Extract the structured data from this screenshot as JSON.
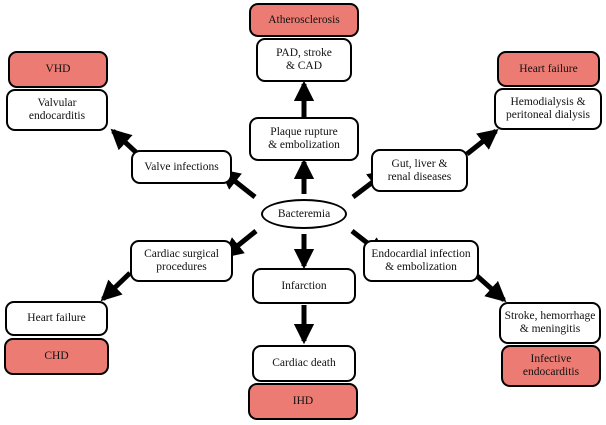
{
  "figure": {
    "type": "flowchart",
    "title": "Bacteremia and systemic disease outcomes flow diagram",
    "fill_color": "#ec7c73",
    "stroke_color": "#000000",
    "background": "#ffffff"
  },
  "nodes": {
    "atherosclerosis": {
      "label": "Atherosclerosis",
      "filled": true,
      "shape": "rounded"
    },
    "pad_stroke_cad": {
      "label": "PAD, stroke\n& CAD",
      "filled": false,
      "shape": "rounded"
    },
    "vhd": {
      "label": "VHD",
      "filled": true,
      "shape": "rounded"
    },
    "valvular_endocarditis": {
      "label": "Valvular\nendocarditis",
      "filled": false,
      "shape": "rounded"
    },
    "heart_failure_right": {
      "label": "Heart failure",
      "filled": true,
      "shape": "rounded"
    },
    "dialysis": {
      "label": "Hemodialysis &\nperitoneal dialysis",
      "filled": false,
      "shape": "rounded"
    },
    "plaque_rupture": {
      "label": "Plaque rupture\n& embolization",
      "filled": false,
      "shape": "rounded"
    },
    "valve_infections": {
      "label": "Valve infections",
      "filled": false,
      "shape": "rounded"
    },
    "gut_liver_renal": {
      "label": "Gut, liver &\nrenal diseases",
      "filled": false,
      "shape": "rounded"
    },
    "bacteremia": {
      "label": "Bacteremia",
      "filled": false,
      "shape": "ellipse"
    },
    "cardiac_surgical": {
      "label": "Cardiac surgical\nprocedures",
      "filled": false,
      "shape": "rounded"
    },
    "endocardial_infection": {
      "label": "Endocardial infection\n& embolization",
      "filled": false,
      "shape": "rounded"
    },
    "infarction": {
      "label": "Infarction",
      "filled": false,
      "shape": "rounded"
    },
    "heart_failure_left": {
      "label": "Heart failure",
      "filled": false,
      "shape": "rounded"
    },
    "chd": {
      "label": "CHD",
      "filled": true,
      "shape": "rounded"
    },
    "stroke_hemorrhage": {
      "label": "Stroke, hemorrhage\n& meningitis",
      "filled": false,
      "shape": "rounded"
    },
    "infective_endocarditis": {
      "label": "Infective\nendocarditis",
      "filled": true,
      "shape": "rounded"
    },
    "cardiac_death": {
      "label": "Cardiac death",
      "filled": false,
      "shape": "rounded"
    },
    "ihd": {
      "label": "IHD",
      "filled": true,
      "shape": "rounded"
    }
  },
  "edges": [
    {
      "from": "bacteremia",
      "to": "valve_infections",
      "direction": "up-left"
    },
    {
      "from": "bacteremia",
      "to": "plaque_rupture",
      "direction": "up"
    },
    {
      "from": "bacteremia",
      "to": "gut_liver_renal",
      "direction": "up-right"
    },
    {
      "from": "bacteremia",
      "to": "cardiac_surgical",
      "direction": "down-left"
    },
    {
      "from": "bacteremia",
      "to": "endocardial_infection",
      "direction": "down-right"
    },
    {
      "from": "bacteremia",
      "to": "infarction",
      "direction": "down"
    },
    {
      "from": "valve_infections",
      "to": "valvular_endocarditis",
      "direction": "up-left"
    },
    {
      "from": "plaque_rupture",
      "to": "pad_stroke_cad",
      "direction": "up"
    },
    {
      "from": "gut_liver_renal",
      "to": "dialysis",
      "direction": "up-right"
    },
    {
      "from": "cardiac_surgical",
      "to": "heart_failure_left",
      "direction": "down-left"
    },
    {
      "from": "endocardial_infection",
      "to": "stroke_hemorrhage",
      "direction": "down-right"
    },
    {
      "from": "infarction",
      "to": "cardiac_death",
      "direction": "down"
    }
  ]
}
